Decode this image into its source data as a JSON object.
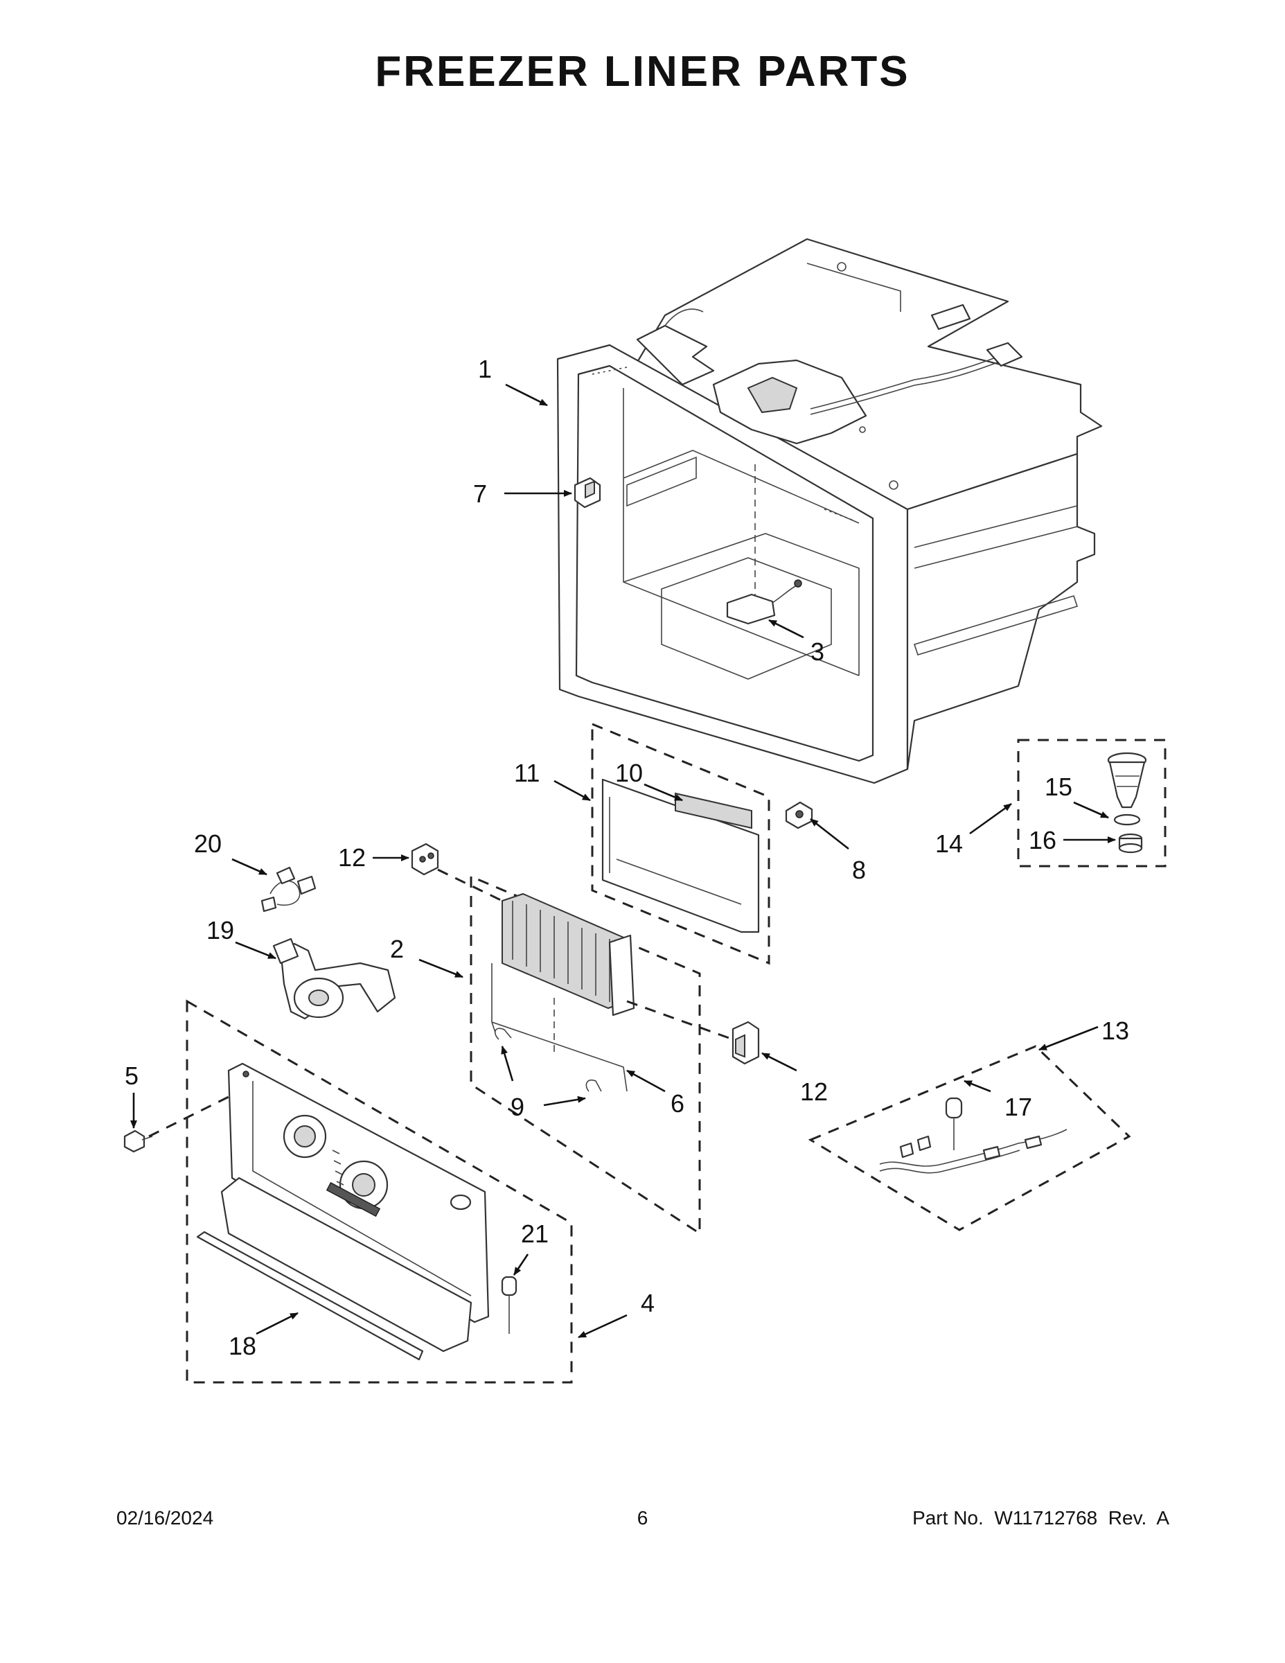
{
  "title": "FREEZER LINER PARTS",
  "footer": {
    "date": "02/16/2024",
    "page": "6",
    "part_no": "Part No.  W11712768  Rev.  A"
  },
  "callouts": [
    "1",
    "2",
    "3",
    "4",
    "5",
    "6",
    "7",
    "8",
    "9",
    "10",
    "11",
    "12",
    "12",
    "13",
    "14",
    "15",
    "16",
    "17",
    "18",
    "19",
    "20",
    "21"
  ]
}
